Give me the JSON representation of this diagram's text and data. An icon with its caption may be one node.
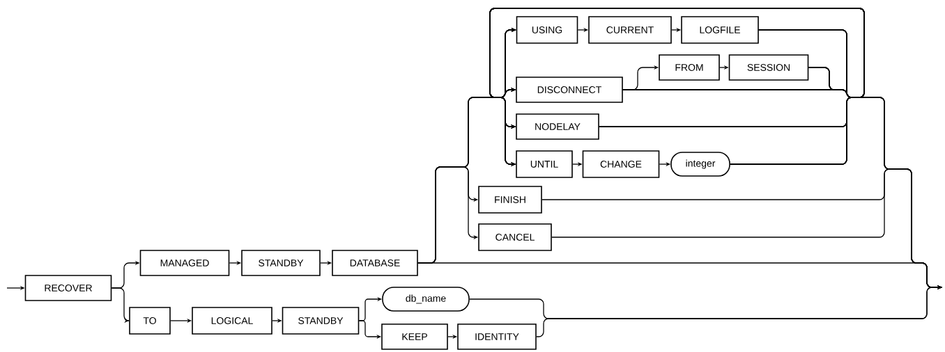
{
  "diagram": {
    "nodes": [
      {
        "text": [
          "RECOVER"
        ]
      },
      {
        "text": [
          "MANAGED"
        ]
      },
      {
        "text": [
          "STANDBY"
        ]
      },
      {
        "text": [
          "DATABASE"
        ]
      },
      {
        "text": [
          "USING"
        ]
      },
      {
        "text": [
          "CURRENT"
        ]
      },
      {
        "text": [
          "LOGFILE"
        ]
      },
      {
        "text": [
          "DISCONNECT"
        ]
      },
      {
        "text": [
          "FROM"
        ]
      },
      {
        "text": [
          "SESSION"
        ]
      },
      {
        "text": [
          "NODELAY"
        ]
      },
      {
        "text": [
          "UNTIL"
        ]
      },
      {
        "text": [
          "CHANGE"
        ]
      },
      {
        "text": [
          "integer"
        ]
      },
      {
        "text": [
          "FINISH"
        ]
      },
      {
        "text": [
          "CANCEL"
        ]
      },
      {
        "text": [
          "TO"
        ]
      },
      {
        "text": [
          "LOGICAL"
        ]
      },
      {
        "text": [
          "STANDBY"
        ]
      },
      {
        "text": [
          "db_name"
        ]
      },
      {
        "text": [
          "KEEP"
        ]
      },
      {
        "text": [
          "IDENTITY"
        ]
      }
    ],
    "edges": [
      {
        "from": null,
        "to": 0,
        "arrow": "to"
      },
      {
        "from": 0,
        "to": 1,
        "arrow": "to"
      },
      {
        "from": 0,
        "to": 16,
        "arrow": "to"
      },
      {
        "from": 1,
        "to": 2,
        "arrow": "to"
      },
      {
        "from": 2,
        "to": 3,
        "arrow": "to"
      },
      {
        "from": 3,
        "to": 4,
        "arrow": "to"
      },
      {
        "from": 3,
        "to": 7,
        "arrow": "to"
      },
      {
        "from": 3,
        "to": 10,
        "arrow": "to"
      },
      {
        "from": 3,
        "to": 11,
        "arrow": "to"
      },
      {
        "from": 3,
        "to": 14,
        "arrow": "to"
      },
      {
        "from": 3,
        "to": 15,
        "arrow": "to"
      },
      {
        "from": 3,
        "to": null,
        "arrow": "to"
      },
      {
        "from": 4,
        "to": 5,
        "arrow": "to"
      },
      {
        "from": 5,
        "to": 6,
        "arrow": "to"
      },
      {
        "from": 7,
        "to": 8,
        "arrow": "to"
      },
      {
        "from": 8,
        "to": 9,
        "arrow": "to"
      },
      {
        "from": 11,
        "to": 12,
        "arrow": "to"
      },
      {
        "from": 12,
        "to": 13,
        "arrow": "to"
      },
      {
        "from": 6,
        "to": null,
        "arrow": "to"
      },
      {
        "from": 7,
        "to": null,
        "arrow": "to"
      },
      {
        "from": 9,
        "to": null,
        "arrow": "to"
      },
      {
        "from": 10,
        "to": null,
        "arrow": "to"
      },
      {
        "from": 13,
        "to": null,
        "arrow": "to"
      },
      {
        "from": 14,
        "to": null,
        "arrow": "to"
      },
      {
        "from": 15,
        "to": null,
        "arrow": "to"
      },
      {
        "from": 6,
        "to": 4,
        "arrow": "to"
      },
      {
        "from": 6,
        "to": 7,
        "arrow": "to"
      },
      {
        "from": 6,
        "to": 10,
        "arrow": "to"
      },
      {
        "from": 6,
        "to": 11,
        "arrow": "to"
      },
      {
        "from": 7,
        "to": 4,
        "arrow": "to"
      },
      {
        "from": 7,
        "to": 7,
        "arrow": "to"
      },
      {
        "from": 7,
        "to": 10,
        "arrow": "to"
      },
      {
        "from": 7,
        "to": 11,
        "arrow": "to"
      },
      {
        "from": 9,
        "to": 4,
        "arrow": "to"
      },
      {
        "from": 9,
        "to": 7,
        "arrow": "to"
      },
      {
        "from": 9,
        "to": 10,
        "arrow": "to"
      },
      {
        "from": 9,
        "to": 11,
        "arrow": "to"
      },
      {
        "from": 10,
        "to": 4,
        "arrow": "to"
      },
      {
        "from": 10,
        "to": 7,
        "arrow": "to"
      },
      {
        "from": 10,
        "to": 10,
        "arrow": "to"
      },
      {
        "from": 10,
        "to": 11,
        "arrow": "to"
      },
      {
        "from": 13,
        "to": 4,
        "arrow": "to"
      },
      {
        "from": 13,
        "to": 7,
        "arrow": "to"
      },
      {
        "from": 13,
        "to": 10,
        "arrow": "to"
      },
      {
        "from": 13,
        "to": 11,
        "arrow": "to"
      },
      {
        "from": 16,
        "to": 17,
        "arrow": "to"
      },
      {
        "from": 17,
        "to": 18,
        "arrow": "to"
      },
      {
        "from": 18,
        "to": 19,
        "arrow": "to"
      },
      {
        "from": 18,
        "to": 20,
        "arrow": "to"
      },
      {
        "from": 20,
        "to": 21,
        "arrow": "to"
      },
      {
        "from": 19,
        "to": null,
        "arrow": "to"
      },
      {
        "from": 21,
        "to": null,
        "arrow": "to"
      }
    ]
  }
}
